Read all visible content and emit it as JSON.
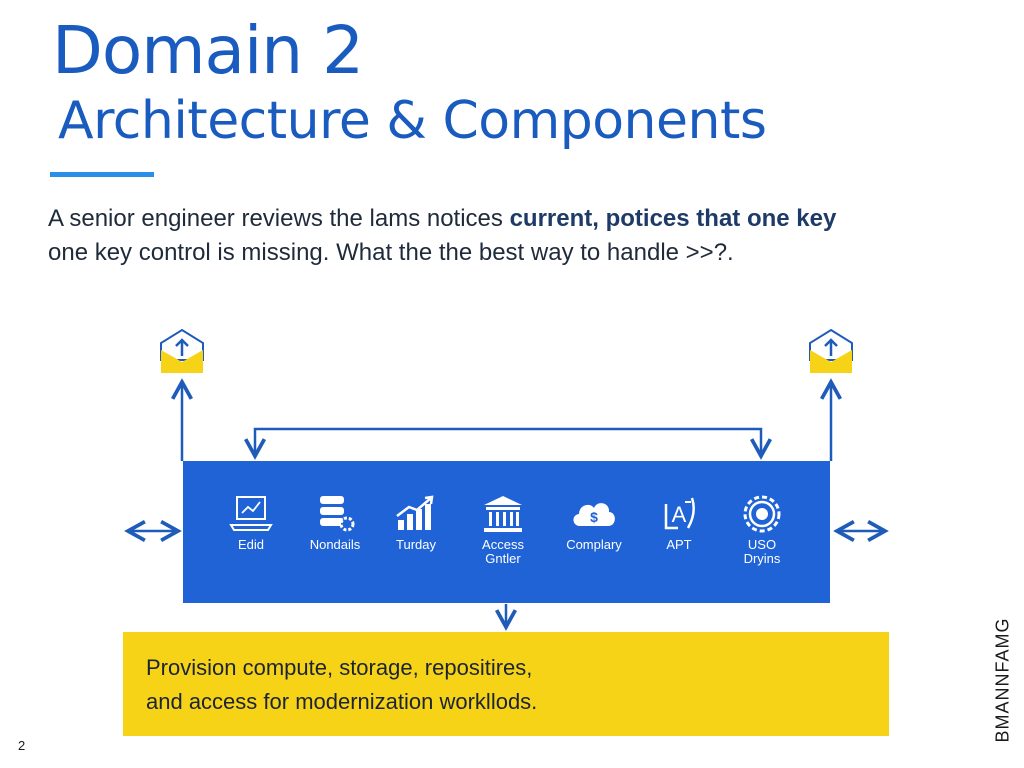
{
  "title": {
    "line1": "Domain 2",
    "line2": "Architecture & Components"
  },
  "question": {
    "line1_normal": "A senior engineer reviews the lams notices ",
    "line1_bold": "current, potices that one key",
    "line2": "one key control is missing. What the the best way to handle >>?."
  },
  "components": [
    {
      "icon": "laptop-chart-icon",
      "label": "Edid",
      "sub": ""
    },
    {
      "icon": "server-gear-icon",
      "label": "Nondails",
      "sub": ""
    },
    {
      "icon": "trend-chart-icon",
      "label": "Turday",
      "sub": ""
    },
    {
      "icon": "building-columns-icon",
      "label": "Access",
      "sub": "Gntler"
    },
    {
      "icon": "cloud-dollar-icon",
      "label": "Complary",
      "sub": ""
    },
    {
      "icon": "text-format-icon",
      "label": "APT",
      "sub": ""
    },
    {
      "icon": "gear-wheel-icon",
      "label": "USO",
      "sub": "Dryins"
    }
  ],
  "footer_box": {
    "line1": "Provision compute, storage, repositires,",
    "line2": "and access for modernization workllods."
  },
  "page_number": "2",
  "side_brand": "BMANNFAMG",
  "colors": {
    "title": "#1a5bbf",
    "accent": "#2b8ee8",
    "panel_blue": "#1f63d6",
    "panel_yellow": "#f7d318",
    "arrow": "#1f5bb8"
  }
}
